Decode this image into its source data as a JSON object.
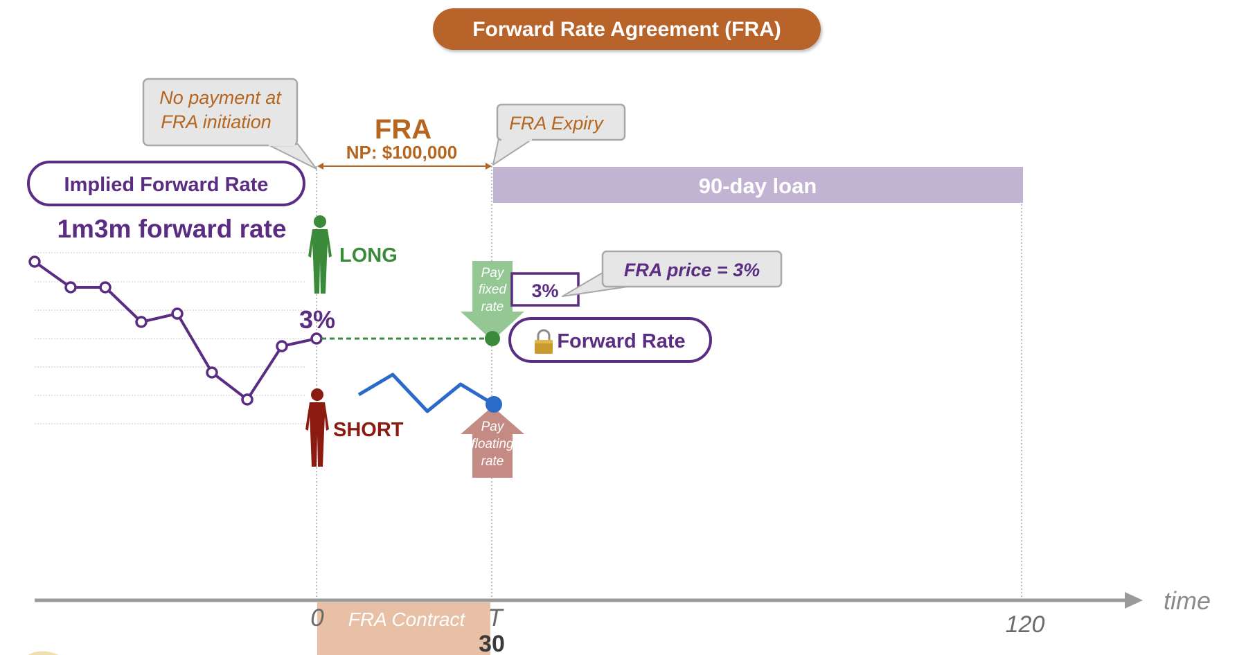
{
  "title": "Forward Rate Agreement (FRA)",
  "callouts": {
    "no_payment_line1": "No payment at",
    "no_payment_line2": "FRA initiation",
    "fra_expiry": "FRA Expiry",
    "fra_price": "FRA price = 3%"
  },
  "implied_forward_rate_label": "Implied Forward Rate",
  "forward_rate_subtitle": "1m3m forward rate",
  "fra_bracket": {
    "title": "FRA",
    "notional": "NP: $100,000"
  },
  "loan_bar_label": "90-day loan",
  "long_label": "LONG",
  "short_label": "SHORT",
  "rate_at_zero": "3%",
  "fixed_rate_box": "3%",
  "forward_rate_locked_label": "Forward Rate",
  "lock_icon": "lock-icon",
  "pay_fixed": {
    "line1": "Pay",
    "line2": "fixed",
    "line3": "rate"
  },
  "pay_floating": {
    "line1": "Pay",
    "line2": "floating",
    "line3": "rate"
  },
  "axis": {
    "label": "time",
    "tick_0": "0",
    "tick_T": "T",
    "tick_30": "30",
    "tick_120": "120"
  },
  "fra_contract_label": "FRA Contract",
  "colors": {
    "orange": "#b5651d",
    "purple": "#5a2d82",
    "green": "#3b8a3a",
    "dark_red": "#8b1a10",
    "blue": "#2a6ac8",
    "loan_bar": "#c1b4d2",
    "axis_gray": "#9a9a9a"
  }
}
